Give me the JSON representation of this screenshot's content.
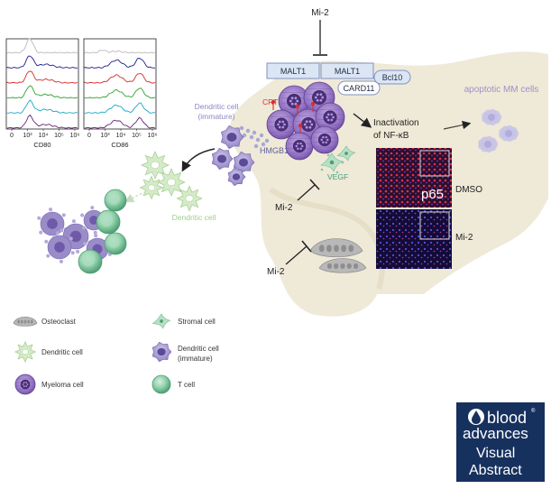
{
  "colors": {
    "bone": "#efe9d8",
    "bone_dots": "#d9ceb0",
    "myeloma": "#8a63b8",
    "myeloma_dark": "#5e3f8f",
    "dendritic_immature": "#9a8cc8",
    "dendritic": "#b9dca8",
    "tcell": "#73bf94",
    "apoptotic": "#c7c3e6",
    "box_fill": "#dbe5f4",
    "box_stroke": "#7d93c2",
    "crt": "#d63030",
    "blood_navy": "#17315f",
    "flow_colors": [
      "#bbbbbb",
      "#1b1b8f",
      "#d62b2b",
      "#2ca02c",
      "#18a7c6",
      "#6a1f7a"
    ]
  },
  "labels": {
    "mi2_top": "Mi-2",
    "mi2_vegf": "Mi-2",
    "mi2_osteoclast": "Mi-2",
    "malt1_a": "MALT1",
    "malt1_b": "MALT1",
    "bcl10": "Bcl10",
    "card11": "CARD11",
    "crt": "CRT",
    "hmgb1": "HMGB1",
    "inactivation_line1": "Inactivation",
    "inactivation_line2": "of NF-κB",
    "apoptotic": "apoptotic MM cells",
    "dendritic_immature_line1": "Dendritic cell",
    "dendritic_immature_line2": "(immature)",
    "dendritic_mature": "Dendritic cell",
    "vegf": "VEGF",
    "p65": "p65",
    "dmso": "DMSO",
    "mi2_panel": "Mi-2"
  },
  "flow": {
    "ticks": [
      "0",
      "10³",
      "10⁴",
      "10⁵",
      "10⁶"
    ],
    "panels": [
      {
        "title": "CD80"
      },
      {
        "title": "CD86"
      }
    ]
  },
  "legend": [
    {
      "icon": "osteoclast-icon",
      "label": "Osteoclast"
    },
    {
      "icon": "stromal-cell-icon",
      "label": "Stromal cell"
    },
    {
      "icon": "dendritic-cell-icon",
      "label": "Dendritic cell"
    },
    {
      "icon": "dendritic-immature-icon",
      "label_line1": "Dendritic cell",
      "label_line2": "(immature)"
    },
    {
      "icon": "myeloma-cell-icon",
      "label": "Myeloma cell"
    },
    {
      "icon": "t-cell-icon",
      "label": "T cell"
    }
  ],
  "logo": {
    "line1": "blood",
    "line2": "advances",
    "line3": "Visual",
    "line4": "Abstract",
    "registered": "®"
  }
}
